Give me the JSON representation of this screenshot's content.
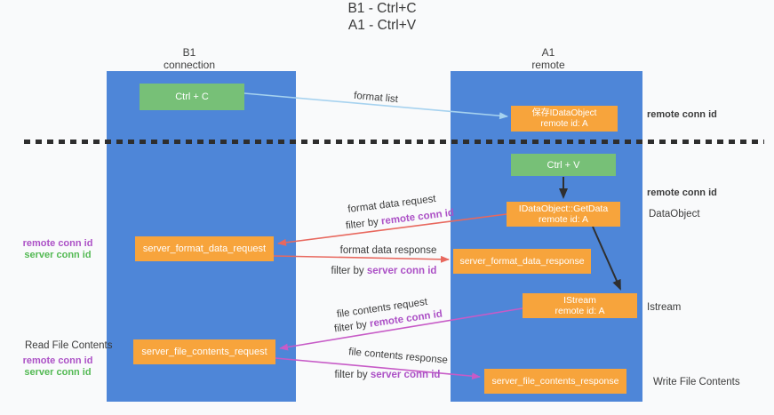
{
  "title": {
    "line1": "B1 - Ctrl+C",
    "line2": "A1 - Ctrl+V"
  },
  "columns": {
    "left": {
      "name": "B1",
      "role": "connection"
    },
    "right": {
      "name": "A1",
      "role": "remote"
    }
  },
  "nodes": {
    "ctrl_c": {
      "label": "Ctrl + C"
    },
    "ctrl_v": {
      "label": "Ctrl + V"
    },
    "save_idataobject": {
      "line1": "保存IDataObject",
      "line2": "remote id: A"
    },
    "idataobject_getdata": {
      "line1": "IDataObject::GetData",
      "line2": "remote id: A"
    },
    "istream": {
      "line1": "IStream",
      "line2": "remote id: A"
    },
    "server_format_data_request": {
      "label": "server_format_data_request"
    },
    "server_format_data_response": {
      "label": "server_format_data_response"
    },
    "server_file_contents_request": {
      "label": "server_file_contents_request"
    },
    "server_file_contents_response": {
      "label": "server_file_contents_response"
    }
  },
  "side_labels": {
    "right_top_remote_conn_id": "remote conn id",
    "right_mid_remote_conn_id": "remote conn id",
    "dataobject": "DataObject",
    "istream": "Istream",
    "write_file_contents": "Write File Contents",
    "left_mid_remote_conn_id": "remote conn id",
    "left_mid_server_conn_id": "server conn id",
    "read_file_contents": "Read File Contents",
    "left_bottom_remote_conn_id": "remote conn id",
    "left_bottom_server_conn_id": "server conn id"
  },
  "arrow_labels": {
    "format_list": "format list",
    "format_data_request": "format data request",
    "format_data_response": "format data response",
    "file_contents_request": "file contents request",
    "file_contents_response": "file contents response",
    "filter_by": "filter by ",
    "remote_conn_id": "remote conn id",
    "server_conn_id": "server conn id"
  },
  "colors": {
    "column_blue": "#4E86D8",
    "node_green": "#77C077",
    "node_orange": "#F7A43C",
    "remote_conn_purple": "#AC51C6",
    "server_conn_green": "#53B953",
    "format_arrow_red": "#E8685E",
    "file_arrow_magenta": "#C75BC7",
    "format_list_blue": "#A6D2EF",
    "black_arrow": "#2f2f2f"
  }
}
